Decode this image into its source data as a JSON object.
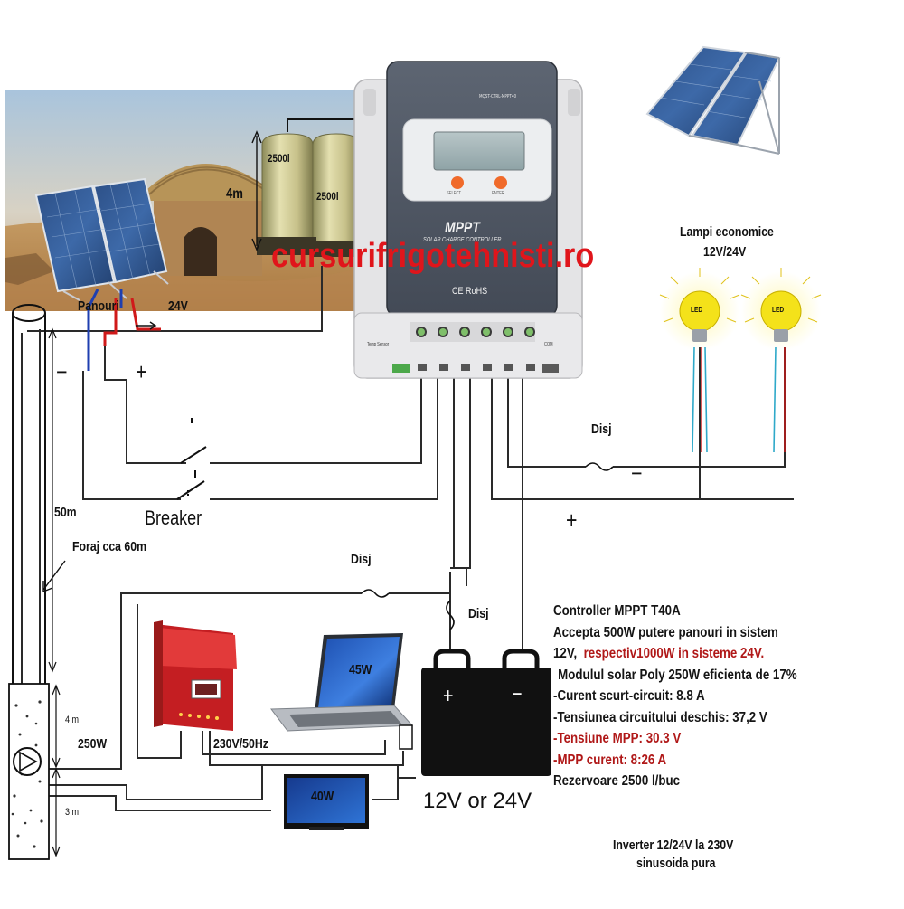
{
  "scene": {
    "panels_label": "Panouri",
    "panels_voltage": "24V",
    "tank_height": "4m",
    "tank_left": "2500l",
    "tank_right": "2500l",
    "brand_watermark": "cursurifrigotehnisti.ro",
    "minus_left": "−",
    "plus_left": "+",
    "breaker": "Breaker",
    "depth_50": "50m",
    "well_label": "Foraj cca 60m",
    "pump_4m": "4 m",
    "pump_power": "250W",
    "pump_3m": "3 m",
    "disj_top": "Disj",
    "disj_mid": "Disj",
    "disj_right": "Disj",
    "minus_right": "−",
    "plus_right": "+",
    "lamps_title": "Lampi economice",
    "lamps_voltage": "12V/24V",
    "led_1": "LED",
    "led_2": "LED",
    "laptop_power": "45W",
    "tv_power": "40W",
    "inverter_output": "230V/50Hz",
    "battery_plus": "+",
    "battery_minus": "−",
    "battery_voltage": "12V or 24V"
  },
  "controller": {
    "model_line": "MQST-CTRL-MPPT40",
    "brand": "MPPT",
    "subtitle": "SOLAR CHARGE CONTROLLER",
    "cert": "CE RoHS",
    "select": "SELECT",
    "enter": "ENTER",
    "temp_sensor": "Temp Sensor",
    "com": "COM"
  },
  "info": {
    "line1": "Controller MPPT T40A",
    "line2": "Accepta 500W putere panouri in sistem",
    "line3a": "12V,",
    "line3b": "respectiv1000W in sisteme 24V.",
    "line4": "Modulul solar Poly 250W  eficienta de  17%",
    "line5": "-Curent scurt-circuit: 8.8 A",
    "line6": "-Tensiunea circuitului deschis: 37,2 V",
    "line7": "-Tensiune MPP: 30.3 V",
    "line8": "-MPP curent: 8:26 A",
    "line9": "Rezervoare 2500 l/buc"
  },
  "inverter_note": {
    "line1": "Inverter 12/24V la 230V",
    "line2": "sinusoida pura"
  },
  "colors": {
    "wire": "#2a2a2a",
    "wire_red": "#d01a1a",
    "wire_blue": "#1f3fb0",
    "brand_red": "#e0151b",
    "controller_body": "#e8e8ea",
    "controller_face": "#4e5663",
    "inverter_red": "#d8262a",
    "led_yellow": "#f4e21a"
  }
}
